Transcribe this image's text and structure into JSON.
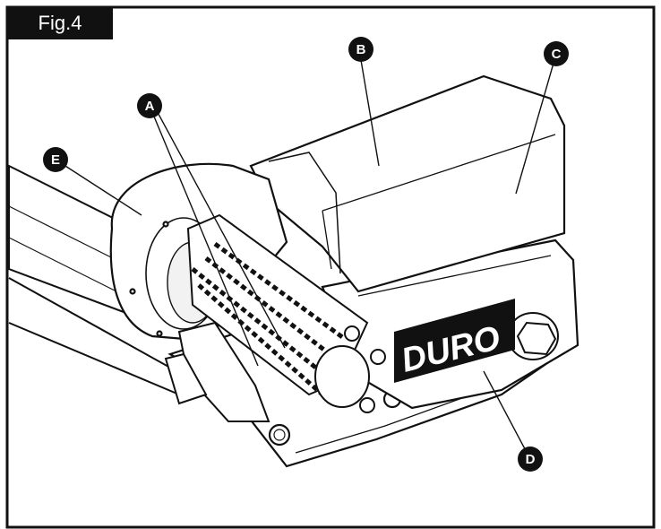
{
  "figure": {
    "label": "Fig.4",
    "brand": "DURO",
    "registered_mark": "®"
  },
  "callouts": [
    {
      "id": "A",
      "letter": "A"
    },
    {
      "id": "B",
      "letter": "B"
    },
    {
      "id": "C",
      "letter": "C"
    },
    {
      "id": "D",
      "letter": "D"
    },
    {
      "id": "E",
      "letter": "E"
    }
  ],
  "colors": {
    "ink": "#111111",
    "paper": "#ffffff",
    "shade": "#e9e9e9"
  }
}
